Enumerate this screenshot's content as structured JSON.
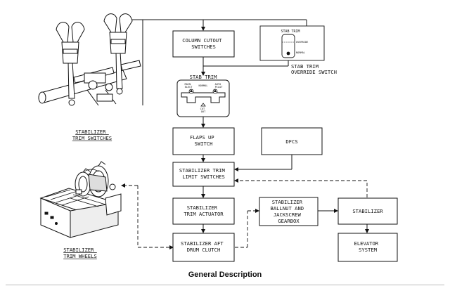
{
  "diagram": {
    "caption": "General Description",
    "boxes": {
      "column_cutout": [
        "COLUMN CUTOUT",
        "SWITCHES"
      ],
      "flaps_up": [
        "FLAPS UP",
        "SWITCH"
      ],
      "dfcs": [
        "DFCS"
      ],
      "limit_switches": [
        "STABILIZER TRIM",
        "LIMIT SWITCHES"
      ],
      "actuator": [
        "STABILIZER",
        "TRIM ACTUATOR"
      ],
      "aft_drum": [
        "STABILIZER AFT",
        "DRUM CLUTCH"
      ],
      "ballnut": [
        "STABILIZER",
        "BALLNUT AND",
        "JACKSCREW",
        "GEARBOX"
      ],
      "stabilizer": [
        "STABILIZER"
      ],
      "elevator": [
        "ELEVATOR",
        "SYSTEM"
      ]
    },
    "stab_trim_panel": {
      "title": "STAB TRIM",
      "main_elect": [
        "MAIN",
        "ELECT"
      ],
      "normal": "NORMAL",
      "auto_pilot": [
        "AUTO",
        "PILOT"
      ],
      "cut_out": [
        "CUT",
        "OUT"
      ]
    },
    "override_switch": {
      "title": "STAB TRIM",
      "override": "OVERRIDE",
      "normal": "NORMAL",
      "label": [
        "STAB TRIM",
        "OVERRIDE SWITCH"
      ]
    },
    "illustrations": {
      "trim_switches": [
        "STABILIZER",
        "TRIM SWITCHES"
      ],
      "trim_wheels": [
        "STABILIZER",
        "TRIM WHEELS"
      ]
    }
  }
}
